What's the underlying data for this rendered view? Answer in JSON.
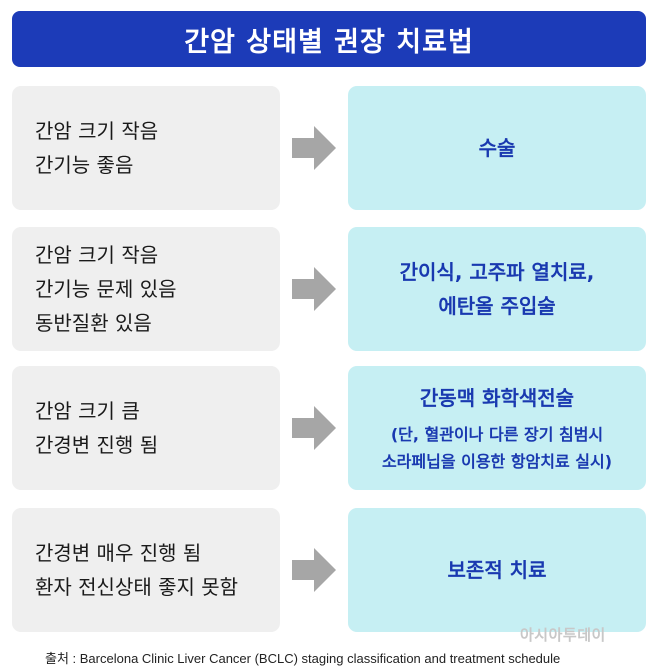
{
  "title": "간암 상태별 권장 치료법",
  "rows": [
    {
      "condition": [
        "간암 크기 작음",
        "간기능 좋음"
      ],
      "treatment": [
        "수술"
      ],
      "note": []
    },
    {
      "condition": [
        "간암 크기 작음",
        "간기능 문제 있음",
        "동반질환 있음"
      ],
      "treatment": [
        "간이식, 고주파 열치료,",
        "에탄올 주입술"
      ],
      "note": []
    },
    {
      "condition": [
        "간암 크기 큼",
        "간경변 진행 됨"
      ],
      "treatment": [
        "간동맥 화학색전술"
      ],
      "note": [
        "(단, 혈관이나 다른 장기 침범시",
        "소라페닙을 이용한 항암치료 실시)"
      ]
    },
    {
      "condition": [
        "간경변 매우 진행 됨",
        "환자 전신상태 좋지 못함"
      ],
      "treatment": [
        "보존적 치료"
      ],
      "note": []
    }
  ],
  "source": "출처 : Barcelona Clinic Liver Cancer (BCLC) staging classification and treatment schedule",
  "watermark": "아시아투데이",
  "colors": {
    "title_bg": "#1c3bb8",
    "condition_bg": "#efefef",
    "treatment_bg": "#c6eff3",
    "treatment_text": "#1939b0",
    "arrow": "#a6a6a6"
  }
}
